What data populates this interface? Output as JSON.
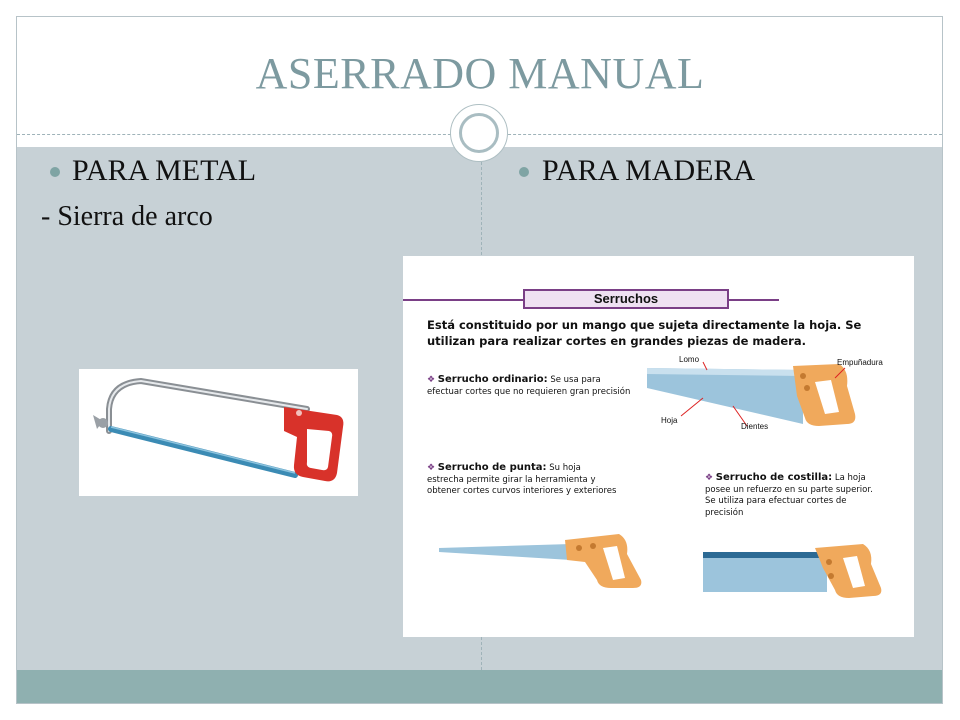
{
  "slide": {
    "title": "ASERRADO MANUAL",
    "left": {
      "heading": "PARA METAL",
      "subtext": "- Sierra de arco"
    },
    "right": {
      "heading": "PARA MADERA"
    }
  },
  "poster": {
    "title": "Serruchos",
    "intro": "Está constituido por un mango que sujeta directamente la hoja. Se utilizan para realizar cortes en grandes piezas de madera.",
    "items": [
      {
        "name": "Serrucho ordinario:",
        "desc": "Se usa para efectuar cortes que no requieren gran precisión"
      },
      {
        "name": "Serrucho de punta:",
        "desc": "Su hoja estrecha permite girar la herramienta y obtener cortes curvos interiores y exteriores"
      },
      {
        "name": "Serrucho de costilla:",
        "desc": "La hoja posee un refuerzo en su parte superior. Se utiliza para efectuar cortes de precisión"
      }
    ],
    "labels": {
      "lomo": "Lomo",
      "empunadura": "Empuñadura",
      "hoja": "Hoja",
      "dientes": "Dientes"
    }
  },
  "colors": {
    "title": "#7d9aa0",
    "content_bg": "#c7d1d6",
    "footer": "#8fb0b0",
    "bullet": "#7fa4a4",
    "accent": "#7a3f86"
  },
  "icons": {
    "bullet": "round-bullet-icon",
    "item_marker": "diamond-bullet-icon"
  }
}
